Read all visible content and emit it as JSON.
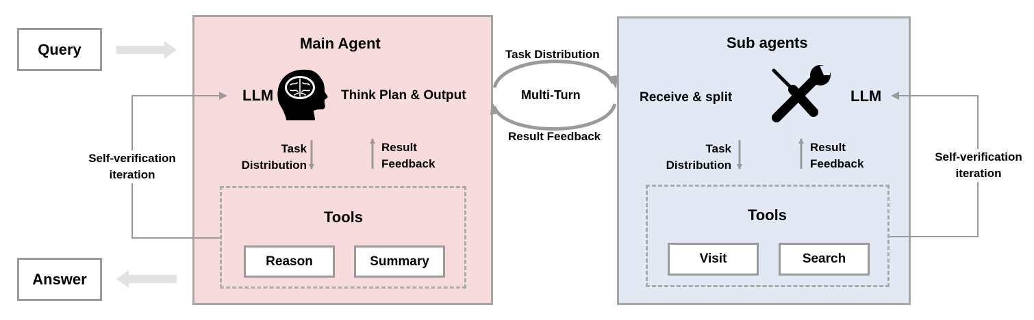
{
  "query": "Query",
  "answer": "Answer",
  "left_loop": {
    "label_line1": "Self-verification",
    "label_line2": "iteration"
  },
  "right_loop": {
    "label_line1": "Self-verification",
    "label_line2": "iteration"
  },
  "main_agent": {
    "title": "Main Agent",
    "llm": "LLM",
    "think": "Think Plan & Output",
    "task_line1": "Task",
    "task_line2": "Distribution",
    "result_line1": "Result",
    "result_line2": "Feedback",
    "tools_title": "Tools",
    "tools": [
      "Reason",
      "Summary"
    ],
    "icon": "brain-head-icon"
  },
  "link": {
    "top": "Task Distribution",
    "middle": "Multi-Turn",
    "bottom": "Result Feedback"
  },
  "sub_agents": {
    "title": "Sub agents",
    "receive": "Receive & split",
    "llm": "LLM",
    "task_line1": "Task",
    "task_line2": "Distribution",
    "result_line1": "Result",
    "result_line2": "Feedback",
    "tools_title": "Tools",
    "tools": [
      "Visit",
      "Search"
    ],
    "icon": "tools-icon"
  },
  "colors": {
    "main_fill": "#f8dcdd",
    "sub_fill": "#e2e9f5",
    "border": "#a6a6a6",
    "arrow": "#9a9a9a",
    "io_arrow": "#e2e2e2"
  }
}
